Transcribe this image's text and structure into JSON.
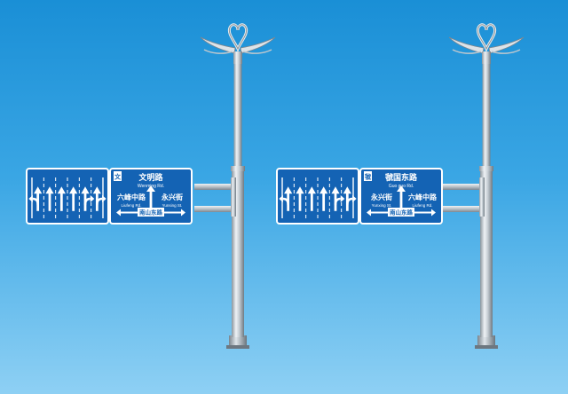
{
  "colors": {
    "sky_top": "#1a8fd6",
    "sky_bottom": "#8ed0f4",
    "sign_blue": "#1463b4",
    "sign_border": "#ffffff",
    "pole_light": "#e6ebef",
    "pole_dark": "#7d8790"
  },
  "assemblies": [
    {
      "lane_sign": {
        "lanes": [
          "straight-left",
          "straight",
          "straight",
          "straight",
          "straight-right",
          "straight-right"
        ]
      },
      "direction_sign": {
        "marker": "文",
        "road_cn": "文明路",
        "road_en": "Wenming Rd.",
        "left_cn": "六峰中路",
        "left_en": "Liufeng Rd.",
        "right_cn": "永兴街",
        "right_en": "Yunsing St.",
        "cross_cn": "南山东路"
      }
    },
    {
      "lane_sign": {
        "lanes": [
          "straight-left",
          "straight",
          "straight",
          "straight",
          "straight-right",
          "straight-right"
        ]
      },
      "direction_sign": {
        "marker": "虢",
        "road_cn": "虢国东路",
        "road_en": "Guo guo Rd.",
        "left_cn": "永兴街",
        "left_en": "Yunxing St.",
        "right_cn": "六峰中路",
        "right_en": "Liufeng Rd.",
        "cross_cn": "南山东路"
      }
    }
  ]
}
